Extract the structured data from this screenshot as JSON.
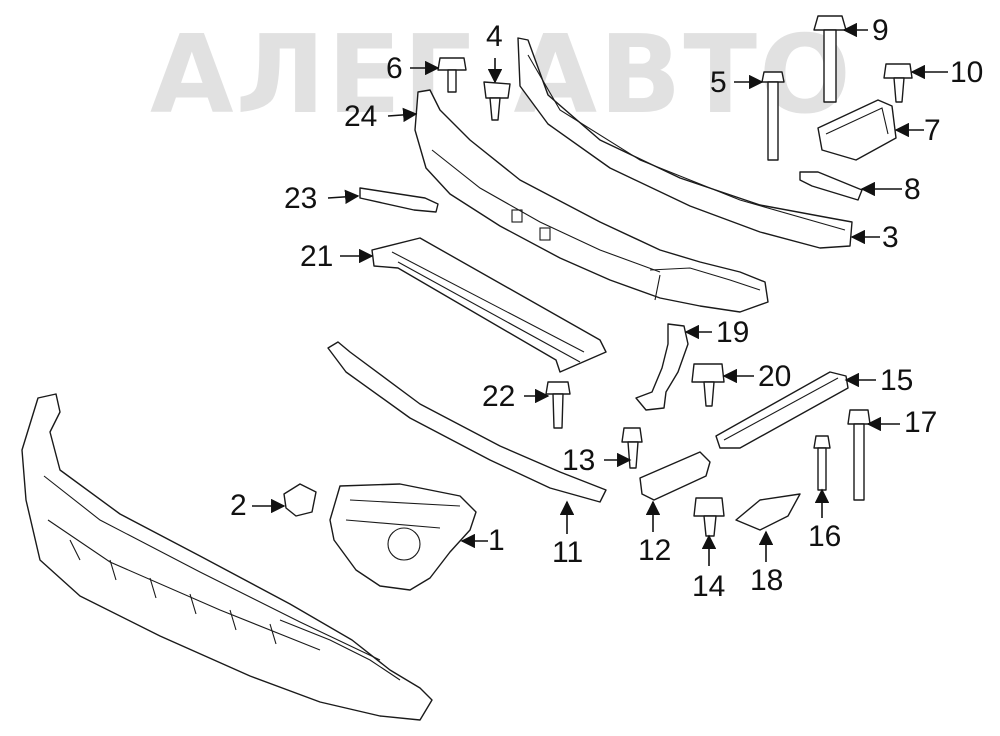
{
  "watermark": {
    "text": "АЛЕГ  АВТО"
  },
  "callouts": {
    "c1": "1",
    "c2": "2",
    "c3": "3",
    "c4": "4",
    "c5": "5",
    "c6": "6",
    "c7": "7",
    "c8": "8",
    "c9": "9",
    "c10": "10",
    "c11": "11",
    "c12": "12",
    "c13": "13",
    "c14": "14",
    "c15": "15",
    "c16": "16",
    "c17": "17",
    "c18": "18",
    "c19": "19",
    "c20": "20",
    "c21": "21",
    "c22": "22",
    "c23": "23",
    "c24": "24"
  }
}
